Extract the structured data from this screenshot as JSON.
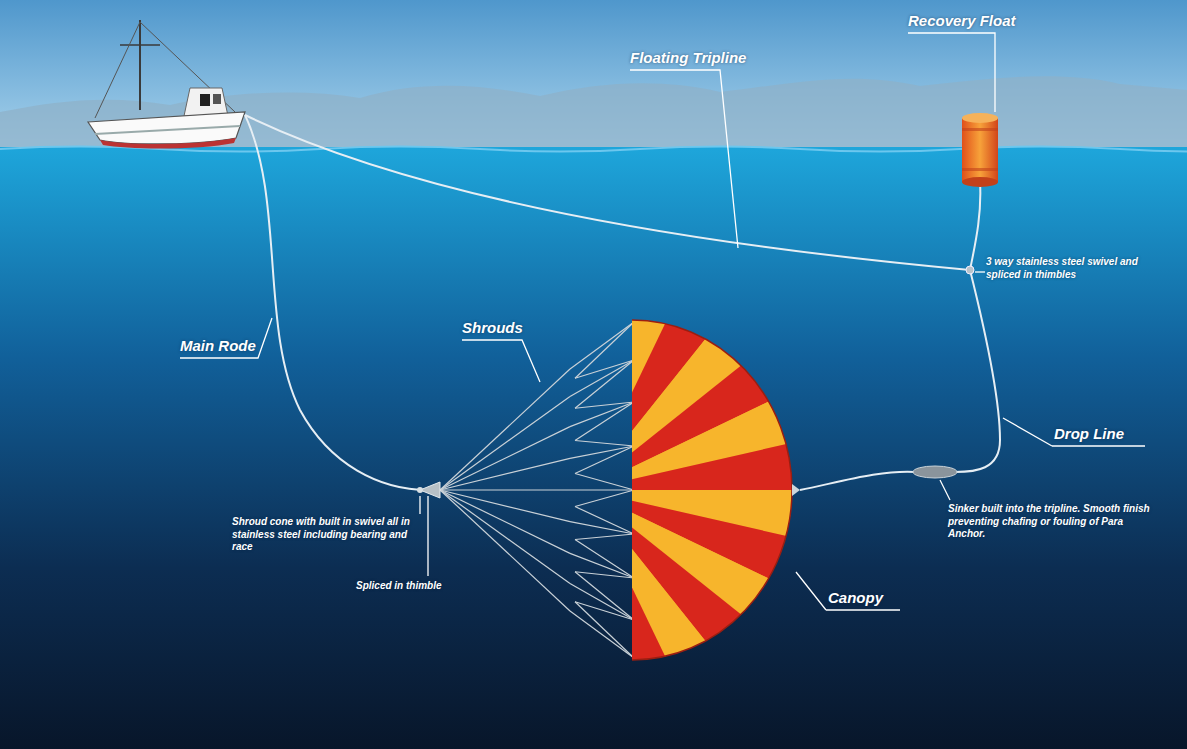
{
  "diagram": {
    "labels": [
      "Recovery Float",
      "Floating Tripline",
      "3 way stainless steel swivel and spliced in thimbles",
      "Main Rode",
      "Shrouds",
      "Drop Line",
      "Canopy",
      "Shroud cone with built in swivel all in stainless steel including bearing and race",
      "Spliced in thimble",
      "Sinker built into the tripline. Smooth finish preventing chafing or fouling of Para Anchor."
    ]
  }
}
